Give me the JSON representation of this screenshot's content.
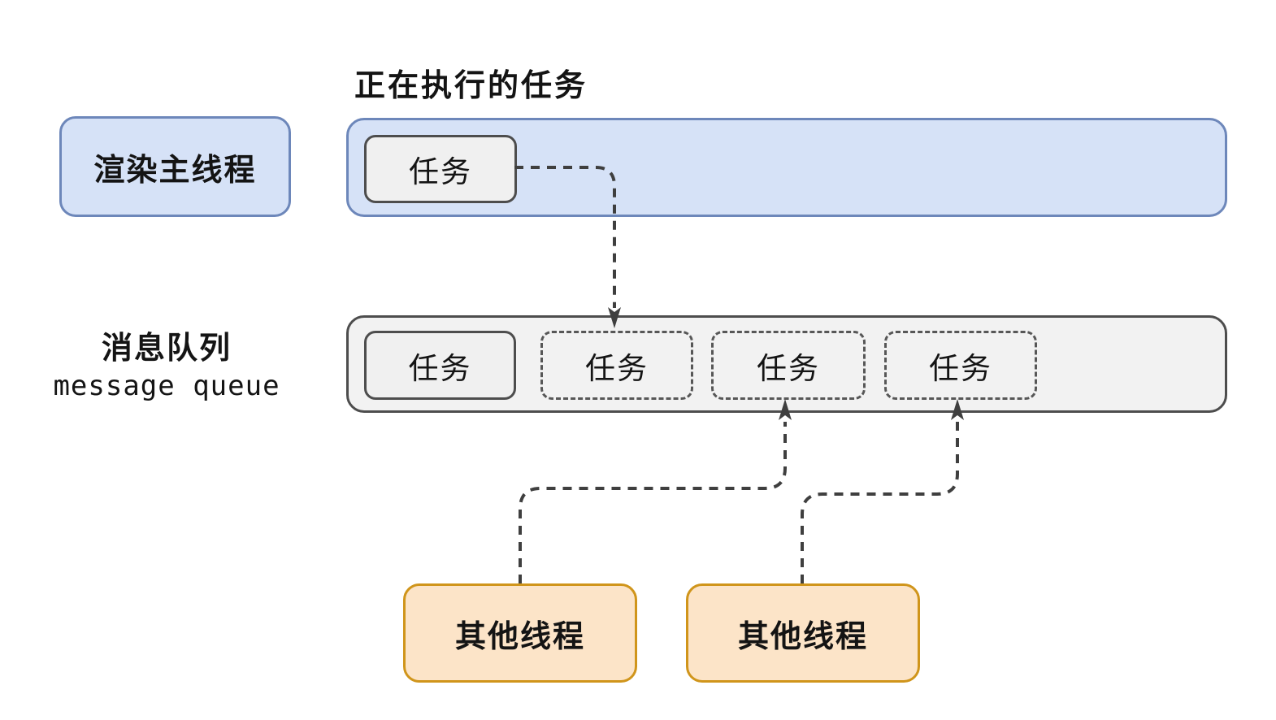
{
  "title": "正在执行的任务",
  "main_thread": {
    "label": "渲染主线程",
    "running_task": {
      "label": "任务"
    }
  },
  "message_queue": {
    "label_cn": "消息队列",
    "label_en": "message queue",
    "tasks": [
      {
        "label": "任务",
        "style": "solid"
      },
      {
        "label": "任务",
        "style": "dashed"
      },
      {
        "label": "任务",
        "style": "dashed"
      },
      {
        "label": "任务",
        "style": "dashed"
      }
    ]
  },
  "other_threads": [
    {
      "label": "其他线程"
    },
    {
      "label": "其他线程"
    }
  ],
  "colors": {
    "thread_fill": "#d6e2f7",
    "thread_border": "#6d87ba",
    "queue_fill": "#f2f2f2",
    "queue_border": "#4d4d4d",
    "task_fill": "#f0f0f0",
    "task_border": "#4d4d4d",
    "dashed_task_border": "#575757",
    "other_thread_fill": "#fce4c8",
    "other_thread_border": "#d0951b",
    "connector": "#3f3f3f",
    "text": "#141414"
  }
}
